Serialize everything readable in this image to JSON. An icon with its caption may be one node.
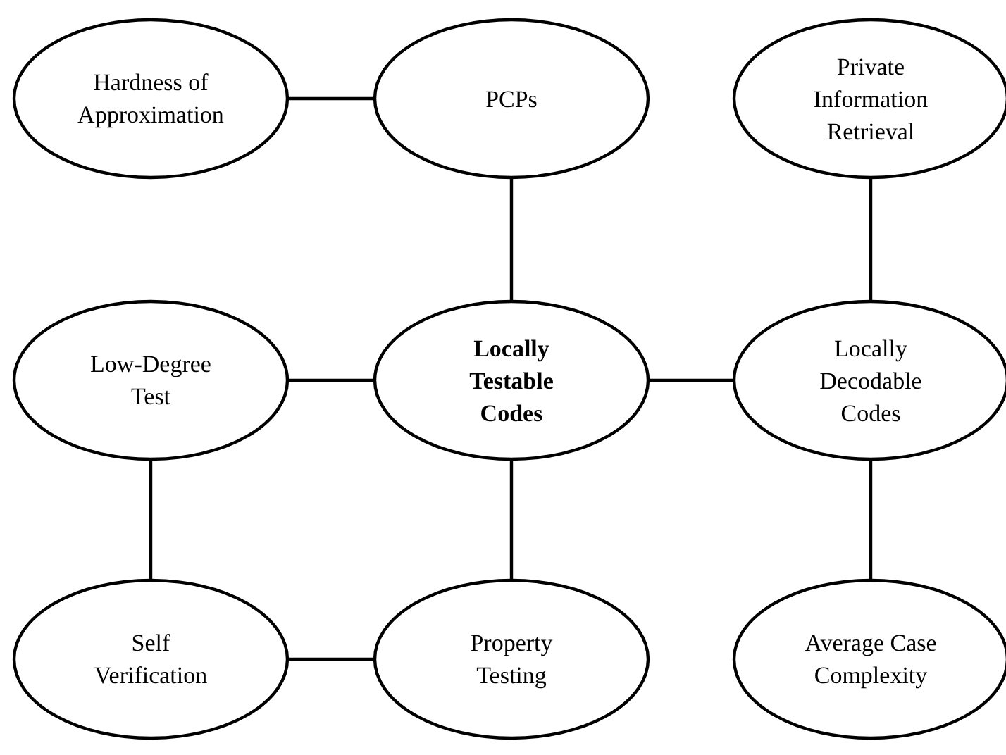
{
  "diagram": {
    "nodes": [
      {
        "text": [
          "Hardness of Approximation"
        ]
      },
      {
        "text": [
          "PCPs"
        ]
      },
      {
        "text": [
          "Private Information Retrieval"
        ]
      },
      {
        "text": [
          "Low-Degree Test"
        ]
      },
      {
        "text": [
          "Locally Testable Codes"
        ]
      },
      {
        "text": [
          "Locally Decodable Codes"
        ]
      },
      {
        "text": [
          "Self Verification"
        ]
      },
      {
        "text": [
          "Property Testing"
        ]
      },
      {
        "text": [
          "Average Case Complexity"
        ]
      }
    ],
    "edges": [
      {
        "from": 0,
        "to": 1,
        "arrow": "none"
      },
      {
        "from": 1,
        "to": 4,
        "arrow": "none"
      },
      {
        "from": 2,
        "to": 5,
        "arrow": "none"
      },
      {
        "from": 3,
        "to": 4,
        "arrow": "none"
      },
      {
        "from": 4,
        "to": 5,
        "arrow": "none"
      },
      {
        "from": 3,
        "to": 6,
        "arrow": "none"
      },
      {
        "from": 4,
        "to": 7,
        "arrow": "none"
      },
      {
        "from": 6,
        "to": 7,
        "arrow": "none"
      },
      {
        "from": 5,
        "to": 8,
        "arrow": "none"
      }
    ]
  }
}
